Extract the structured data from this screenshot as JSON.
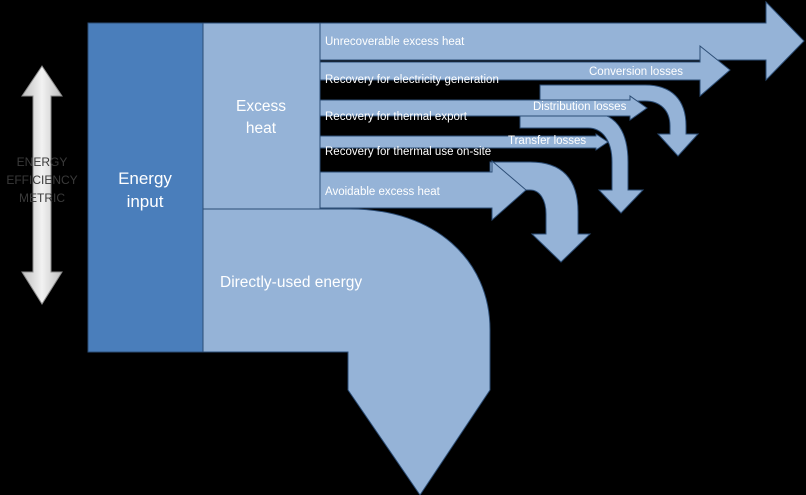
{
  "axis_label": [
    "ENERGY",
    "EFFICIENCY",
    "METRIC"
  ],
  "blocks": {
    "energy_input": [
      "Energy",
      "input"
    ],
    "excess_heat": [
      "Excess",
      "heat"
    ],
    "directly_used": "Directly-used energy"
  },
  "streams": {
    "unrecoverable": "Unrecoverable excess heat",
    "electricity": "Recovery for electricity generation",
    "thermal_export": "Recovery for thermal export",
    "thermal_onsite": "Recovery for thermal use on-site",
    "avoidable": "Avoidable excess heat"
  },
  "losses": {
    "conversion": "Conversion losses",
    "distribution": "Distribution losses",
    "transfer": "Transfer losses"
  },
  "colors": {
    "dark_blue": "#4a7ebb",
    "light_blue": "#95b3d7",
    "stroke": "#2c4d75",
    "background": "#000000",
    "arrow_grey": "#d9d9d9"
  }
}
